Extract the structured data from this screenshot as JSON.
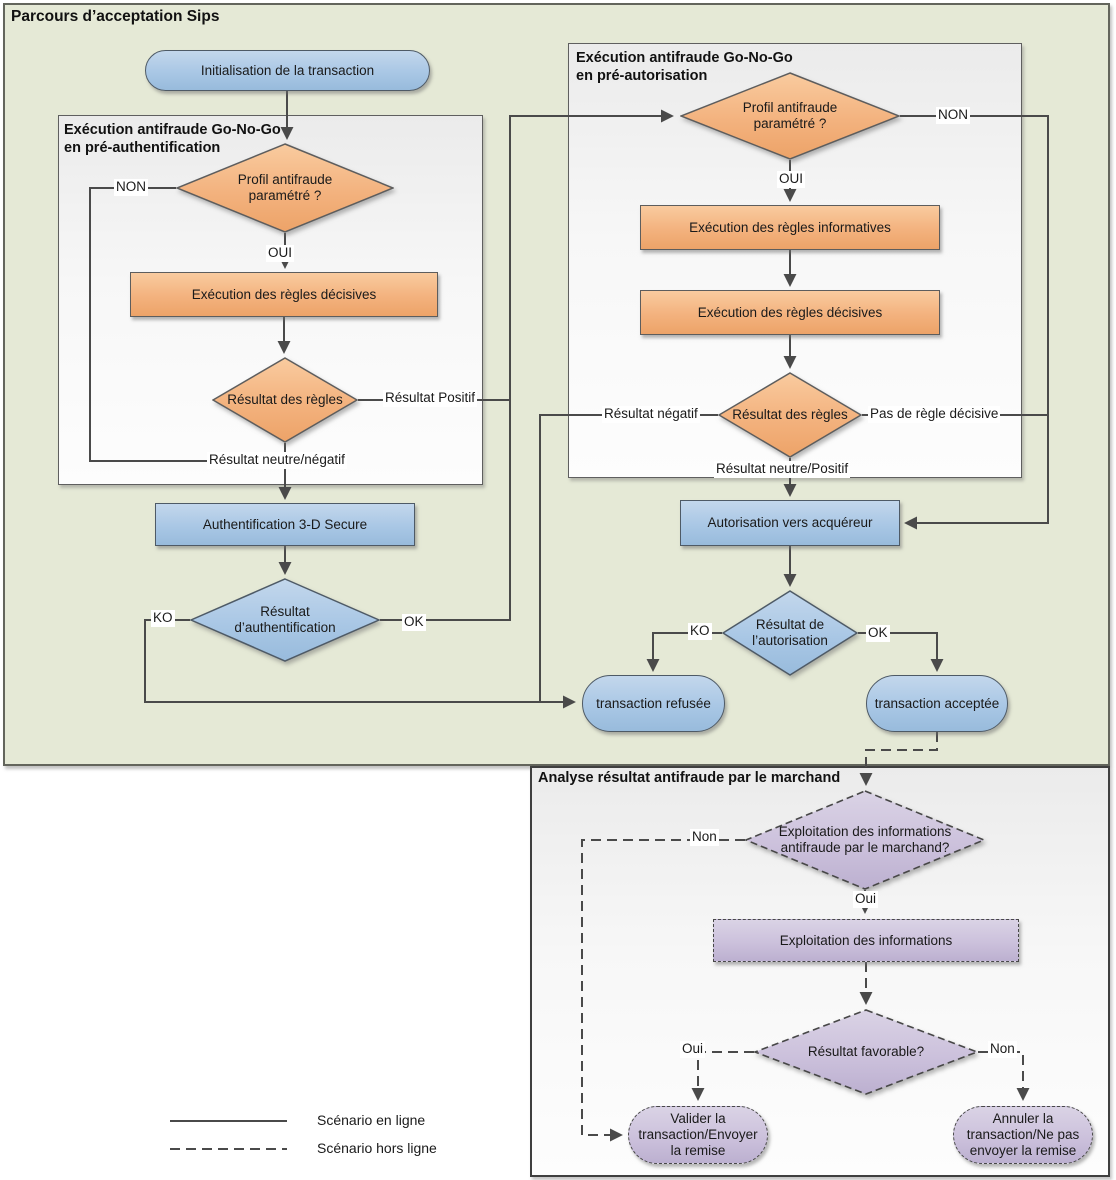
{
  "page": {
    "title": "Parcours d’acceptation Sips"
  },
  "groups": {
    "pre_authentification": {
      "title_line1": "Exécution antifraude Go-No-Go",
      "title_line2": "en pré-authentification"
    },
    "pre_autorisation": {
      "title_line1": "Exécution antifraude Go-No-Go",
      "title_line2": "en pré-autorisation"
    },
    "analyse_marchand": {
      "title": "Analyse résultat antifraude par le marchand"
    }
  },
  "nodes": {
    "init": "Initialisation de la transaction",
    "profil_preauth": "Profil antifraude paramétré ?",
    "regles_decisives_preauth": "Exécution des règles décisives",
    "resultat_regles_preauth": "Résultat des règles",
    "authentification_3ds": "Authentification 3-D Secure",
    "resultat_authentification": "Résultat d’authentification",
    "profil_preautor": "Profil antifraude paramétré ?",
    "regles_informatives": "Exécution des règles informatives",
    "regles_decisives_preautor": "Exécution des règles décisives",
    "resultat_regles_preautor": "Résultat des règles",
    "autorisation_acquereur": "Autorisation vers acquéreur",
    "resultat_autorisation": "Résultat de l’autorisation",
    "transaction_refusee": "transaction refusée",
    "transaction_acceptee": "transaction acceptée",
    "exploitation_question": "Exploitation des informations antifraude par le marchand?",
    "exploitation_informations": "Exploitation des informations",
    "resultat_favorable": "Résultat favorable?",
    "valider_remise": "Valider la transaction/Envoyer la remise",
    "annuler_remise": "Annuler la transaction/Ne pas envoyer la remise"
  },
  "edge_labels": {
    "non_preauth": "NON",
    "oui_preauth": "OUI",
    "resultat_positif": "Résultat Positif",
    "resultat_neutre_negatif": "Résultat neutre/négatif",
    "ko_auth": "KO",
    "ok_auth": "OK",
    "non_preautor": "NON",
    "oui_preautor": "OUI",
    "resultat_negatif": "Résultat négatif",
    "pas_de_regle": "Pas de règle décisive",
    "resultat_neutre_positif": "Résultat neutre/Positif",
    "ko_autor": "KO",
    "ok_autor": "OK",
    "non_exploitation": "Non",
    "oui_exploitation": "Oui",
    "oui_favorable": "Oui",
    "non_favorable": "Non"
  },
  "legend": {
    "solid": "Scénario en ligne",
    "dashed": "Scénario hors ligne"
  },
  "colors": {
    "canvas_green": "#e5e9d6",
    "orange_fill": "#f3b27e",
    "blue_fill": "#a9c7e5",
    "purple_fill": "#ccc1dc",
    "line": "#4a4a4a"
  }
}
